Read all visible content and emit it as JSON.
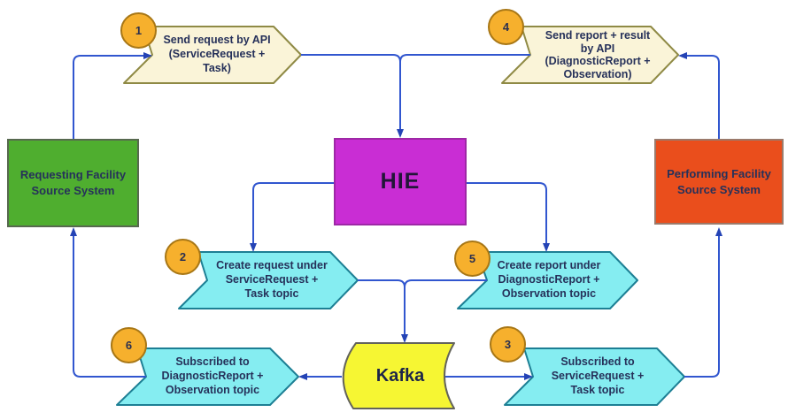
{
  "systems": {
    "requesting": {
      "label": "Requesting Facility\nSource System"
    },
    "performing": {
      "label": "Performing Facility\nSource System"
    },
    "hie": {
      "label": "HIE"
    },
    "kafka": {
      "label": "Kafka"
    }
  },
  "steps": [
    {
      "number": "1",
      "label": "Send request by API\n(ServiceRequest +\nTask)"
    },
    {
      "number": "2",
      "label": "Create request under\nServiceRequest +\nTask topic"
    },
    {
      "number": "3",
      "label": "Subscribed to\nServiceRequest +\nTask topic"
    },
    {
      "number": "4",
      "label": "Send report + result\nby API\n(DiagnosticReport +\nObservation)"
    },
    {
      "number": "5",
      "label": "Create report under\nDiagnosticReport +\nObservation topic"
    },
    {
      "number": "6",
      "label": "Subscribed to\nDiagnosticReport +\nObservation topic"
    }
  ],
  "edges": [
    {
      "from": "requesting-facility",
      "to": "step-1"
    },
    {
      "from": "step-1",
      "to": "hie"
    },
    {
      "from": "performing-facility",
      "to": "step-4"
    },
    {
      "from": "step-4",
      "to": "hie"
    },
    {
      "from": "hie",
      "to": "step-2"
    },
    {
      "from": "hie",
      "to": "step-5"
    },
    {
      "from": "step-2",
      "to": "kafka"
    },
    {
      "from": "step-5",
      "to": "kafka"
    },
    {
      "from": "kafka",
      "to": "step-3"
    },
    {
      "from": "step-3",
      "to": "performing-facility"
    },
    {
      "from": "kafka",
      "to": "step-6"
    },
    {
      "from": "step-6",
      "to": "requesting-facility"
    }
  ],
  "colors": {
    "connector_blue": "#3156cf",
    "arrowhead_blue": "#2443b5",
    "requesting_green": "#4fae2f",
    "performing_orange": "#ea4e1c",
    "hie_magenta": "#c92dd4",
    "kafka_yellow": "#f6f633",
    "step_cream_fill": "#faf4d8",
    "step_cream_border": "#8f8a45",
    "step_cyan_fill": "#85edf1",
    "step_cyan_border": "#1d7f94",
    "badge_fill": "#f6b02d",
    "badge_border": "#a87716",
    "text_navy": "#26315a"
  }
}
